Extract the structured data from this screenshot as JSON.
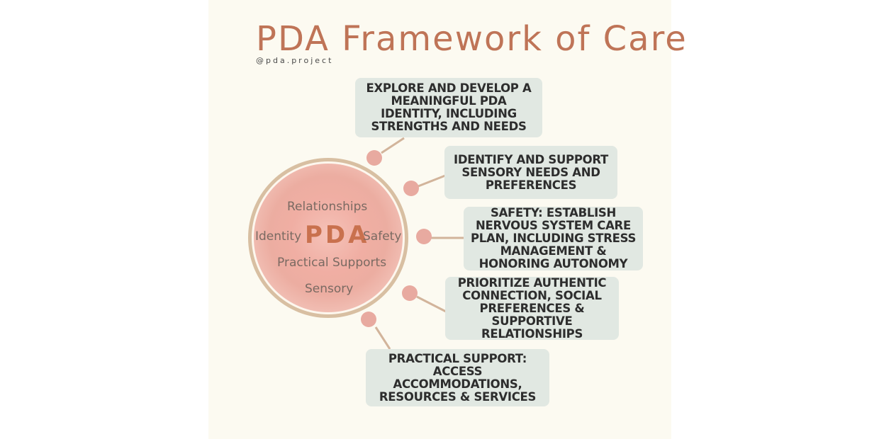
{
  "header": {
    "title": "PDA Framework of Care",
    "handle": "@pda.project"
  },
  "center": {
    "label": "PDA",
    "items": {
      "relationships": "Relationships",
      "identity": "Identity",
      "safety": "Safety",
      "practical_supports": "Practical Supports",
      "sensory": "Sensory"
    }
  },
  "boxes": [
    "EXPLORE AND DEVELOP A MEANINGFUL PDA IDENTITY, INCLUDING STRENGTHS AND NEEDS",
    "IDENTIFY AND SUPPORT SENSORY NEEDS AND PREFERENCES",
    "SAFETY: ESTABLISH NERVOUS SYSTEM CARE PLAN, INCLUDING STRESS MANAGEMENT  & HONORING AUTONOMY",
    "PRIORITIZE AUTHENTIC CONNECTION, SOCIAL PREFERENCES & SUPPORTIVE RELATIONSHIPS",
    "PRACTICAL SUPPORT: ACCESS ACCOMMODATIONS, RESOURCES & SERVICES"
  ],
  "colors": {
    "title": "#bf7457",
    "box_fill": "#e1e8e2",
    "node_dot": "#e8aaa0",
    "connector": "#d2b49b",
    "panel_bg": "#fcfaf1"
  }
}
